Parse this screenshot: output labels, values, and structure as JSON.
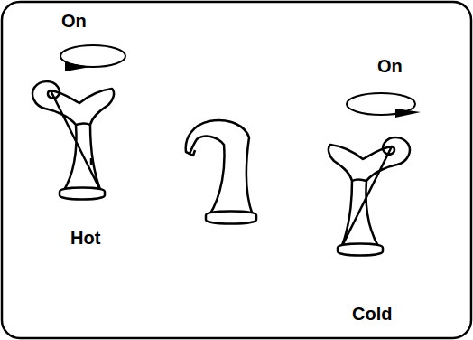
{
  "diagram": {
    "labels": [
      "On",
      "On",
      "Hot",
      "Cold"
    ]
  }
}
